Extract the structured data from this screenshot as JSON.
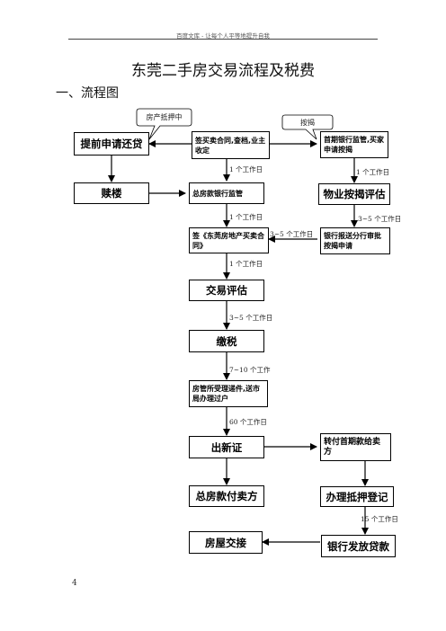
{
  "header": {
    "text": "百度文库 - 让每个人平等地提升自我"
  },
  "doc": {
    "title": "东莞二手房交易流程及税费",
    "section": "一、流程图",
    "page_number": "4"
  },
  "flow": {
    "callouts": {
      "mortgage": "房产抵押中",
      "loan": "按揭"
    },
    "boxes": {
      "prepay": "提前申请还贷",
      "redeem": "赎楼",
      "contract": "签买卖合同,查档,业主收定",
      "bank_apply": "首期银行监管,买家申请按揭",
      "escrow": "总房款银行监管",
      "appraise_loan": "物业按揭评估",
      "dg_contract": "签《东莞房地产买卖合同》",
      "bank_approve": "银行报送分行审批按揭申请",
      "trade_eval": "交易评估",
      "tax": "缴税",
      "registry": "房管所受理递件,送市局办理过户",
      "new_cert": "出新证",
      "transfer_down": "转付首期款给卖方",
      "pay_seller": "总房款付卖方",
      "mortgage_reg": "办理抵押登记",
      "handover": "房屋交接",
      "loan_release": "银行发放贷款"
    },
    "labels": {
      "d1": "1 个工作日",
      "d2": "1 个工作日",
      "d3": "1 个工作日",
      "d4": "3~5 个工作日",
      "d5": "3~5 个工作日",
      "d6": "1 个工作日",
      "d7": "3~5 个工作日",
      "d8": "7~10  个工作",
      "d9": "60 个工作日",
      "d10": "15 个工作日"
    }
  }
}
